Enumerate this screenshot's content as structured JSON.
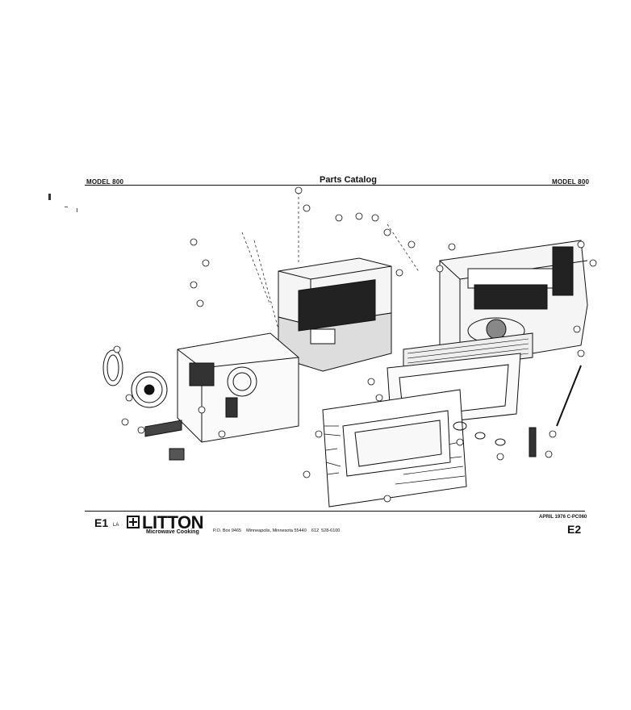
{
  "header": {
    "model_left": "MODEL 800",
    "title": "Parts Catalog",
    "model_right": "MODEL 800"
  },
  "footer": {
    "code_left": "E1",
    "code_left_small": "LA",
    "logo_text": "LITTON",
    "logo_sub": "Microwave Cooking",
    "address": "P.O. Box 9465    Minneapolis, Minnesota 55440    612  528-6100",
    "date": "APRIL 1976 C-PC060",
    "code_right": "E2"
  }
}
